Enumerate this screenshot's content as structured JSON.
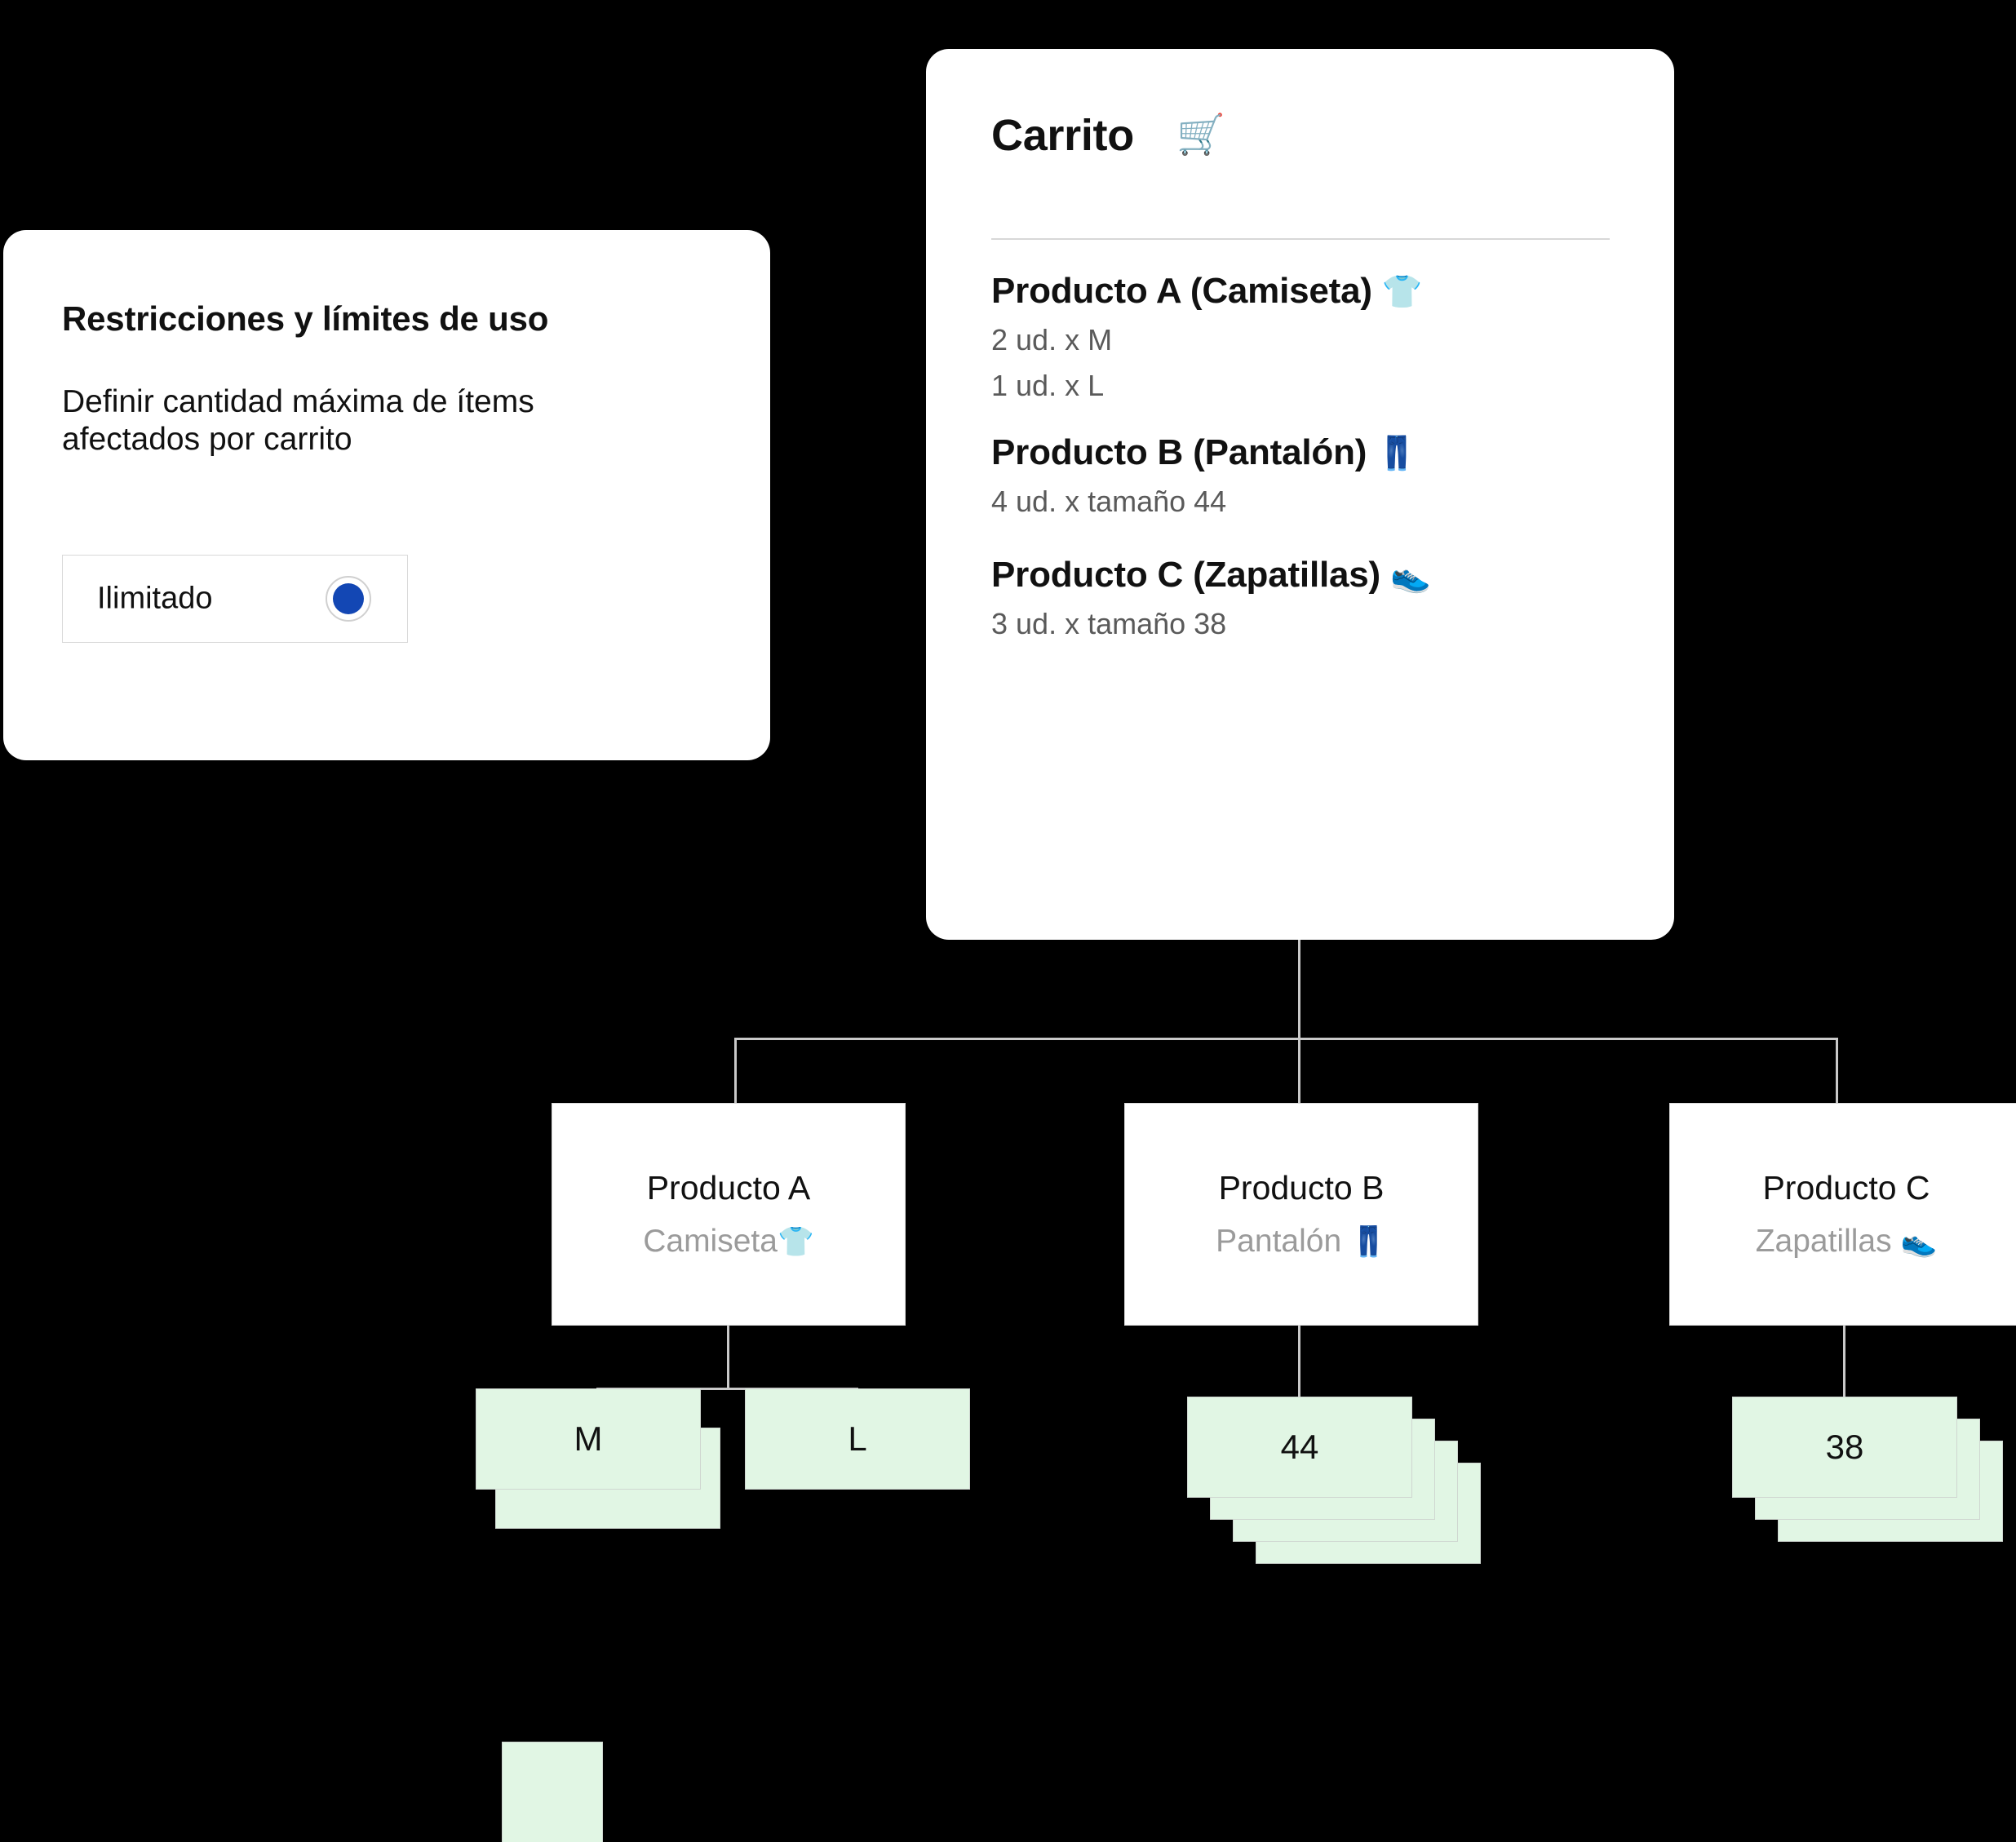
{
  "restrictions_panel": {
    "title": "Restricciones y límites de uso",
    "description": "Definir cantidad máxima de ítems afectados por carrito",
    "select": {
      "value": "Ilimitado",
      "radio_selected": true,
      "radio_color": "#1347b4"
    }
  },
  "cart_panel": {
    "title": "Carrito",
    "icon": "shopping-cart-icon",
    "icon_glyph": "🛒",
    "items": [
      {
        "name": "Producto A (Camiseta)",
        "emoji": "👕",
        "lines": [
          "2 ud. x M",
          "1 ud. x L"
        ]
      },
      {
        "name": "Producto B (Pantalón)",
        "emoji": "👖",
        "lines": [
          "4 ud. x tamaño 44"
        ]
      },
      {
        "name": "Producto C (Zapatillas)",
        "emoji": "👟",
        "lines": [
          "3 ud. x  tamaño 38"
        ]
      }
    ]
  },
  "tree": {
    "products": [
      {
        "title": "Producto A",
        "subtitle": "Camiseta",
        "emoji": "👕"
      },
      {
        "title": "Producto B",
        "subtitle": "Pantalón",
        "emoji": "👖"
      },
      {
        "title": "Producto C",
        "subtitle": "Zapatillas",
        "emoji": "👟"
      }
    ],
    "sizes": [
      {
        "label": "M",
        "count": 2,
        "parent": "Producto A"
      },
      {
        "label": "L",
        "count": 1,
        "parent": "Producto A"
      },
      {
        "label": "44",
        "count": 4,
        "parent": "Producto B"
      },
      {
        "label": "38",
        "count": 3,
        "parent": "Producto C"
      }
    ]
  },
  "colors": {
    "background": "#000000",
    "card": "#ffffff",
    "connector": "#c9c9c9",
    "size_card": "#e1f6e4",
    "size_card_border": "#cfd6d0",
    "muted_text": "#9b9b9b",
    "accent": "#1347b4"
  }
}
